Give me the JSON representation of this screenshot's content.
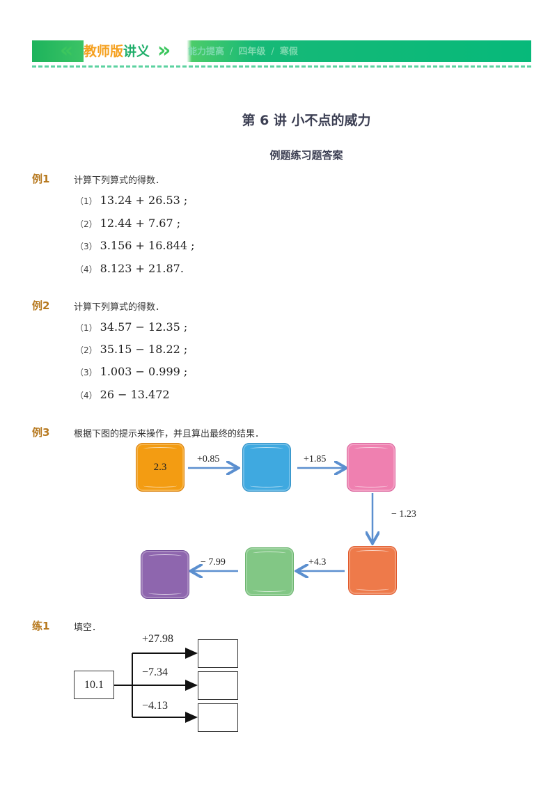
{
  "header": {
    "badge_part1": "教师版",
    "badge_part2": "讲义",
    "crumbs": [
      "能力提高",
      "四年级",
      "寒假"
    ],
    "crumb_separator": "/",
    "colors": {
      "banner_green": "#07b97a",
      "badge_orange": "#f5a01e",
      "badge_green": "#1fae6a"
    }
  },
  "title": "第 6 讲  小不点的威力",
  "subtitle": "例题练习题答案",
  "examples": [
    {
      "label": "例1",
      "prompt": "计算下列算式的得数．",
      "items": [
        {
          "num": "（1）",
          "expr": "13.24 + 26.53 ;"
        },
        {
          "num": "（2）",
          "expr": "12.44 + 7.67 ;"
        },
        {
          "num": "（3）",
          "expr": "3.156 + 16.844 ;"
        },
        {
          "num": "（4）",
          "expr": "8.123 + 21.87."
        }
      ]
    },
    {
      "label": "例2",
      "prompt": "计算下列算式的得数．",
      "items": [
        {
          "num": "（1）",
          "expr": "34.57 − 12.35 ;"
        },
        {
          "num": "（2）",
          "expr": "35.15 − 18.22 ;"
        },
        {
          "num": "（3）",
          "expr": "1.003 − 0.999 ;"
        },
        {
          "num": "（4）",
          "expr": "26 − 13.472"
        }
      ]
    },
    {
      "label": "例3",
      "prompt": "根据下图的提示来操作，并且算出最终的结果．",
      "flow": {
        "start_value": "2.3",
        "ops": [
          "+0.85",
          "+1.85",
          "− 1.23",
          "+4.3",
          "− 7.99"
        ],
        "box_colors": [
          "#f39c12",
          "#3fa9e0",
          "#ef80b0",
          "#ee7a4a",
          "#82c785",
          "#8e66ae"
        ]
      }
    }
  ],
  "practice": [
    {
      "label": "练1",
      "prompt": "填空．",
      "start_value": "10.1",
      "ops": [
        "+27.98",
        "−7.34",
        "−4.13"
      ]
    }
  ]
}
